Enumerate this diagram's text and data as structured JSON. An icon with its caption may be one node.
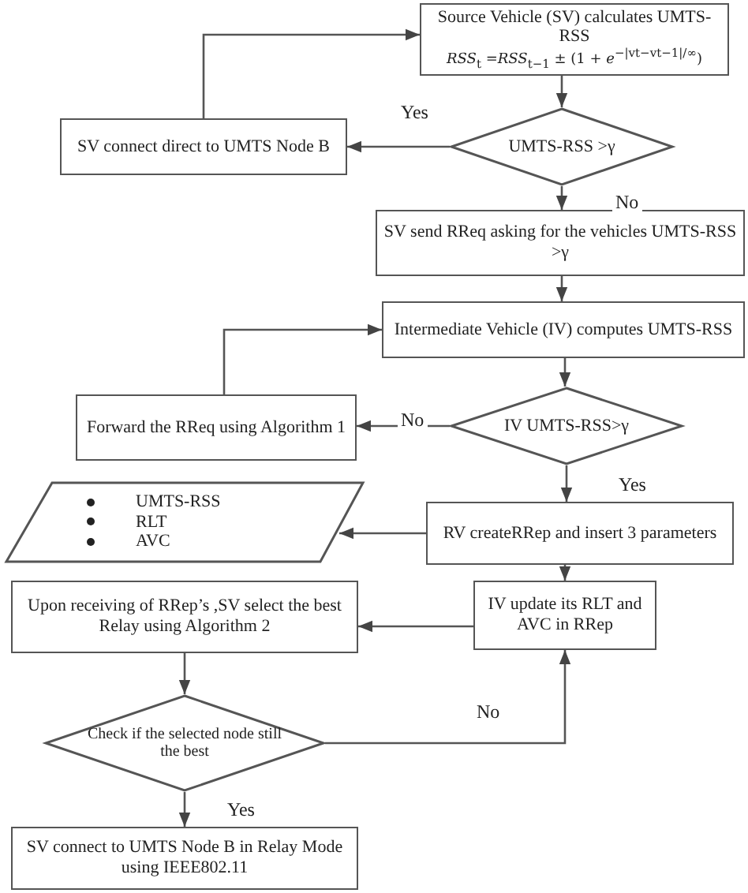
{
  "diagram": {
    "nodes": [
      {
        "text": [
          "Source Vehicle (SV) calculates UMTS-RSS",
          "*RSS*$_{t}$ =*RSS*$_{t−1}$ ± (1 + *e*$^{−|vt−vt−1|/∞}$)"
        ]
      },
      {
        "text": [
          "UMTS-RSS >γ"
        ]
      },
      {
        "text": [
          "SV connect direct to UMTS Node B"
        ]
      },
      {
        "text": [
          "SV send RReq asking for the vehicles UMTS-RSS >γ"
        ]
      },
      {
        "text": [
          "Intermediate Vehicle (IV) computes UMTS-RSS"
        ]
      },
      {
        "text": [
          "IV UMTS-RSS>γ"
        ]
      },
      {
        "text": [
          "Forward the RReq using Algorithm 1"
        ]
      },
      {
        "text": [
          "RV createRRep and insert 3 parameters"
        ]
      },
      {
        "text": [
          "UMTS-RSS",
          "RLT",
          "AVC"
        ]
      },
      {
        "text": [
          "IV update its RLT and AVC in RRep"
        ]
      },
      {
        "text": [
          "Upon receiving of RRep’s ,SV select the best Relay using Algorithm 2"
        ]
      },
      {
        "text": [
          "Check if the selected node still the best"
        ]
      },
      {
        "text": [
          "SV connect to UMTS Node B in Relay Mode using IEEE802.11"
        ]
      }
    ],
    "edges": [
      {
        "from": 0,
        "to": 1,
        "arrow": "to"
      },
      {
        "from": 1,
        "to": 2,
        "arrow": "to",
        "label": "Yes"
      },
      {
        "from": 2,
        "to": 0,
        "arrow": "to"
      },
      {
        "from": 1,
        "to": 3,
        "arrow": "to",
        "label": "No"
      },
      {
        "from": 3,
        "to": 4,
        "arrow": "to"
      },
      {
        "from": 4,
        "to": 5,
        "arrow": "to"
      },
      {
        "from": 5,
        "to": 6,
        "arrow": "to",
        "label": "No"
      },
      {
        "from": 6,
        "to": 4,
        "arrow": "to"
      },
      {
        "from": 5,
        "to": 7,
        "arrow": "to",
        "label": "Yes"
      },
      {
        "from": 7,
        "to": 8,
        "arrow": "to"
      },
      {
        "from": 7,
        "to": 9,
        "arrow": "to"
      },
      {
        "from": 9,
        "to": 10,
        "arrow": "to"
      },
      {
        "from": 10,
        "to": 11,
        "arrow": "to"
      },
      {
        "from": 11,
        "to": 9,
        "arrow": "to",
        "label": "No"
      },
      {
        "from": 11,
        "to": 12,
        "arrow": "to",
        "label": "Yes"
      }
    ]
  }
}
